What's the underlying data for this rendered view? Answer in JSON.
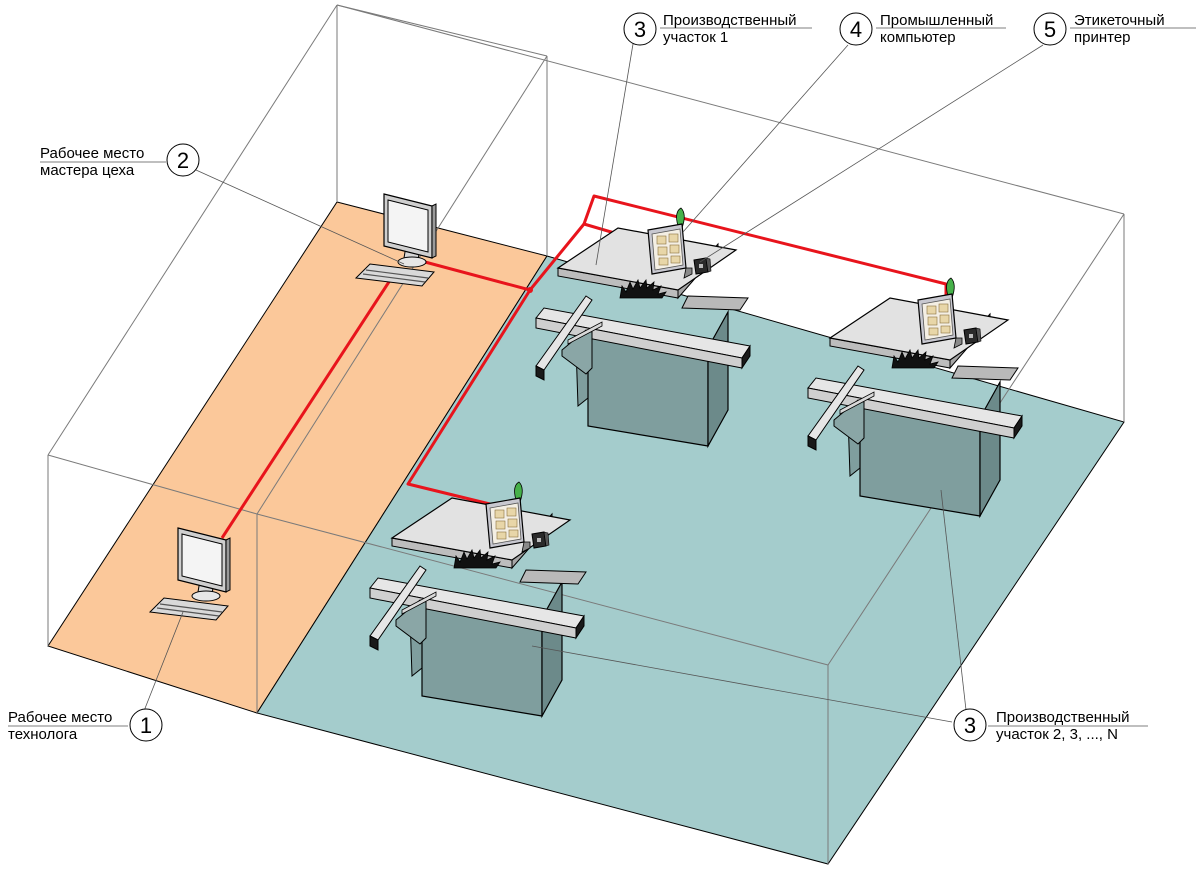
{
  "title": "",
  "labels": {
    "l1": {
      "number": "1",
      "line1": "Рабочее место",
      "line2": "технолога"
    },
    "l2": {
      "number": "2",
      "line1": "Рабочее место",
      "line2": "мастера цеха"
    },
    "l3a": {
      "number": "3",
      "line1": "Производственный",
      "line2": "участок 1"
    },
    "l4": {
      "number": "4",
      "line1": "Промышленный",
      "line2": "компьютер"
    },
    "l5": {
      "number": "5",
      "line1": "Этикеточный",
      "line2": "принтер"
    },
    "l3b": {
      "number": "3",
      "line1": "Производственный",
      "line2": "участок 2, 3, ..., N"
    }
  },
  "colors": {
    "office_floor": "#fbc89a",
    "production_floor": "#a4cccc",
    "network_cable": "#e8141c",
    "machine_body": "#7f9e9e",
    "machine_top": "#e2e2e2",
    "guide_rail": "#e6e6e6",
    "outline": "#000000"
  }
}
